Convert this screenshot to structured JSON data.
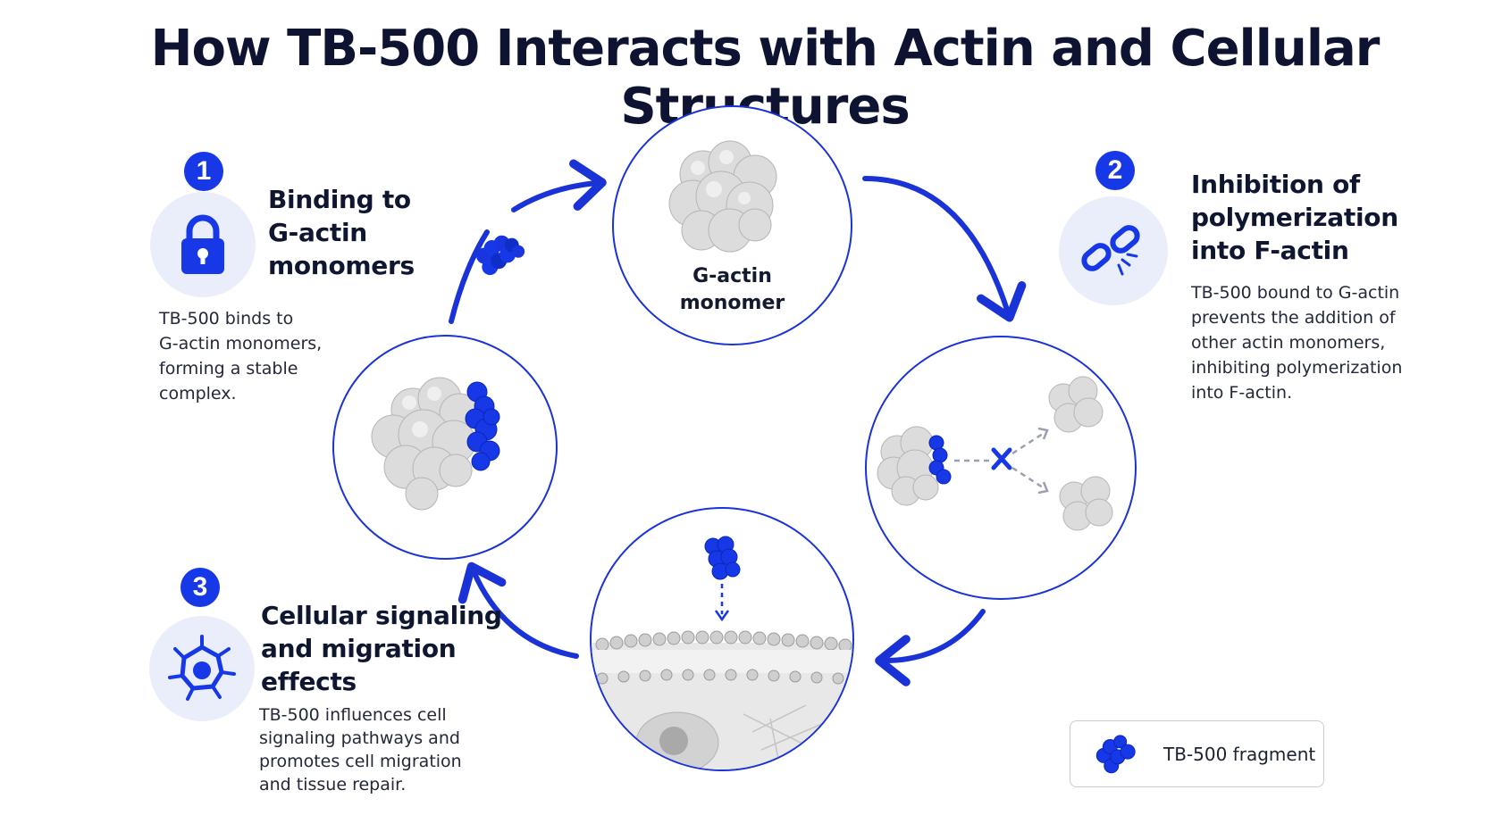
{
  "title": "How TB-500 Interacts with Actin and Cellular Structures",
  "steps": [
    {
      "number": "1",
      "title_lines": [
        "Binding to",
        "G-actin",
        "monomers"
      ],
      "description_lines": [
        "TB-500 binds to",
        "G-actin monomers,",
        "forming a stable",
        "complex."
      ],
      "icon": "lock-icon"
    },
    {
      "number": "2",
      "title_lines": [
        "Inhibition of",
        "polymerization",
        "into F-actin"
      ],
      "description_lines": [
        "TB-500 bound to G-actin",
        "prevents the addition of",
        "other actin monomers,",
        "inhibiting polymerization",
        "into F-actin."
      ],
      "icon": "broken-chain-icon"
    },
    {
      "number": "3",
      "title_lines": [
        "Cellular signaling",
        "and migration",
        "effects"
      ],
      "description_lines": [
        "TB-500 influences cell",
        "signaling pathways and",
        "promotes cell migration",
        "and tissue repair."
      ],
      "icon": "cell-signaling-icon"
    }
  ],
  "cycle": {
    "top_stage_label_lines": [
      "G-actin",
      "monomer"
    ]
  },
  "legend": {
    "label": "TB-500 fragment"
  },
  "colors": {
    "accent": "#1638e6",
    "title": "#0d1330",
    "protein": "#d9d9d9",
    "icon_bg": "#eaeefb"
  }
}
